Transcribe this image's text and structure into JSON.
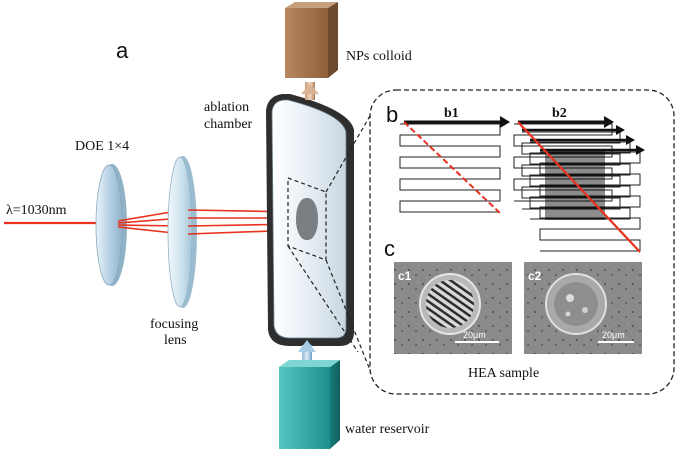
{
  "labels": {
    "panel_a": "a",
    "panel_b": "b",
    "panel_c": "c",
    "b1": "b1",
    "b2": "b2",
    "c1": "c1",
    "c2": "c2",
    "doe": "DOE 1×4",
    "wavelength": "λ=1030nm",
    "focusing_lens_line1": "focusing",
    "focusing_lens_line2": "lens",
    "ablation_line1": "ablation",
    "ablation_line2": "chamber",
    "nps_colloid": "NPs colloid",
    "water_reservoir": "water reservoir",
    "hea_sample": "HEA sample",
    "scale_c1": "20μm",
    "scale_c2": "20μm"
  },
  "colors": {
    "laser": "#e8321e",
    "colloid": "#9a6a42",
    "reservoir": "#2fa9a6",
    "lens": "#bcd6e6",
    "chamber_frame": "#3c3c3c"
  }
}
